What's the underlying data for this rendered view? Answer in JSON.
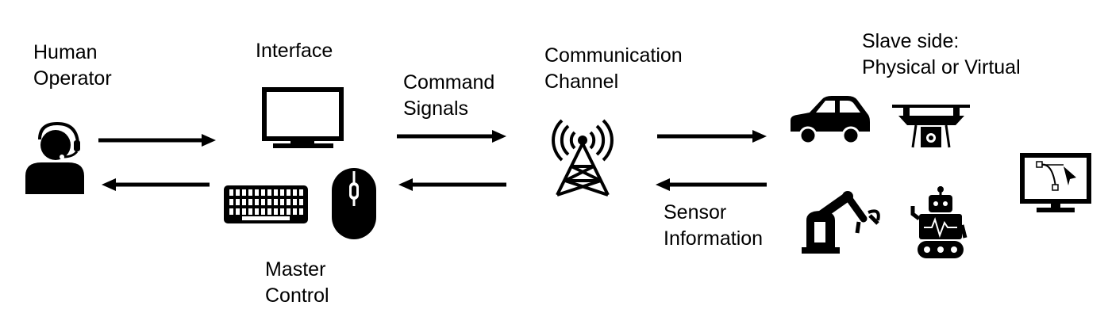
{
  "labels": {
    "human_operator": [
      "Human",
      "Operator"
    ],
    "interface": "Interface",
    "master_control": [
      "Master",
      "Control"
    ],
    "command_signals": [
      "Command",
      "Signals"
    ],
    "communication_channel": [
      "Communication",
      "Channel"
    ],
    "sensor_information": [
      "Sensor",
      "Information"
    ],
    "slave_side": [
      "Slave side:",
      "Physical or Virtual"
    ]
  },
  "icons": [
    "headset-operator-icon",
    "monitor-icon",
    "keyboard-icon",
    "mouse-icon",
    "antenna-tower-icon",
    "car-icon",
    "drone-icon",
    "robot-arm-icon",
    "robot-icon",
    "virtual-monitor-icon"
  ],
  "colors": {
    "ink": "#000000",
    "background": "#ffffff"
  }
}
